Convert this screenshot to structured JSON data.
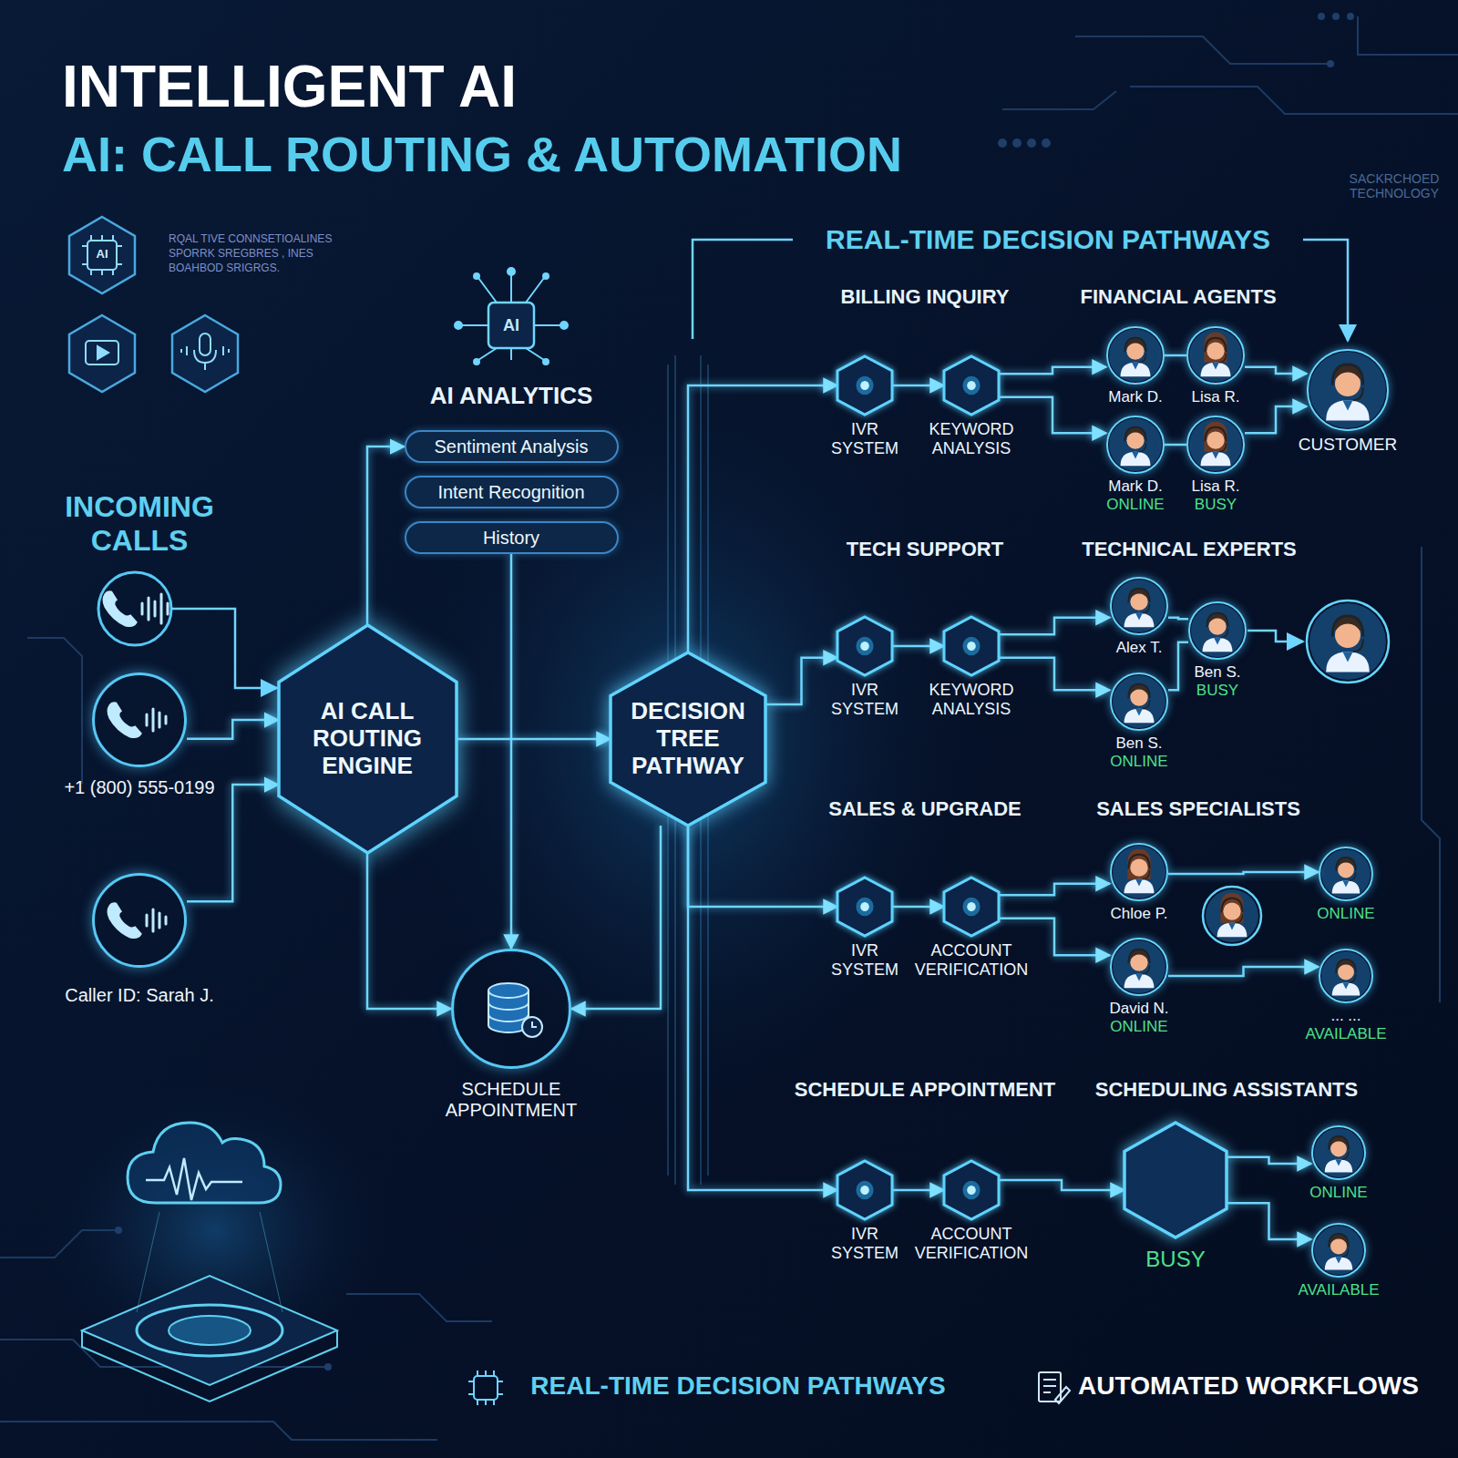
{
  "diagram": {
    "title": "INTELLIGENT AI",
    "nodes": [
      {
        "text": [
          "+1 (800) 555-0199"
        ]
      },
      {
        "text": [
          "Caller ID: Sarah J."
        ]
      },
      {
        "text": [
          "AI CALL ROUTING ENGINE"
        ]
      },
      {
        "text": [
          "Sentiment Analysis"
        ]
      },
      {
        "text": [
          "Intent Recognition"
        ]
      },
      {
        "text": [
          "History"
        ]
      },
      {
        "text": [
          "SCHEDULE APPOINTMENT"
        ]
      },
      {
        "text": [
          "DECISION TREE PATHWAY"
        ]
      },
      {
        "text": [
          "IVR SYSTEM"
        ]
      },
      {
        "text": [
          "KEYWORD ANALYSIS"
        ]
      },
      {
        "text": [
          "Mark D."
        ]
      },
      {
        "text": [
          "Lisa R."
        ]
      },
      {
        "text": [
          "Mark D.",
          "ONLINE"
        ]
      },
      {
        "text": [
          "Lisa R.",
          "BUSY"
        ]
      },
      {
        "text": [
          "CUSTOMER"
        ]
      },
      {
        "text": [
          "IVR SYSTEM"
        ]
      },
      {
        "text": [
          "KEYWORD ANALYSIS"
        ]
      },
      {
        "text": [
          "Alex T."
        ]
      },
      {
        "text": [
          "Ben S.",
          "BUSY"
        ]
      },
      {
        "text": [
          "Ben S.",
          "ONLINE"
        ]
      },
      {
        "text": [
          "IVR SYSTEM"
        ]
      },
      {
        "text": [
          "ACCOUNT VERIFICATION"
        ]
      },
      {
        "text": [
          "Chloe P."
        ]
      },
      {
        "text": [
          "David N.",
          "ONLINE"
        ]
      },
      {
        "text": [
          "ONLINE"
        ]
      },
      {
        "text": [
          "... ...",
          "AVAILABLE"
        ]
      },
      {
        "text": [
          "IVR SYSTEM"
        ]
      },
      {
        "text": [
          "ACCOUNT VERIFICATION"
        ]
      },
      {
        "text": [
          "BUSY"
        ]
      },
      {
        "text": [
          "ONLINE"
        ]
      },
      {
        "text": [
          "AVAILABLE"
        ]
      }
    ],
    "edges": [
      {
        "from": 0,
        "to": 2,
        "arrow": "to"
      },
      {
        "from": 1,
        "to": 2,
        "arrow": "to"
      },
      {
        "from": 2,
        "to": 3,
        "arrow": "to"
      },
      {
        "from": 2,
        "to": 6,
        "arrow": "to"
      },
      {
        "from": 5,
        "to": 6,
        "arrow": "to"
      },
      {
        "from": 7,
        "to": 6,
        "arrow": "to"
      },
      {
        "from": 2,
        "to": 7,
        "arrow": "to"
      },
      {
        "from": 7,
        "to": 8,
        "arrow": "to"
      },
      {
        "from": 8,
        "to": 9,
        "arrow": "to"
      },
      {
        "from": 9,
        "to": 10,
        "arrow": "to"
      },
      {
        "from": 9,
        "to": 12,
        "arrow": "to"
      },
      {
        "from": 10,
        "to": 11,
        "arrow": "none"
      },
      {
        "from": 12,
        "to": 13,
        "arrow": "none"
      },
      {
        "from": 11,
        "to": 14,
        "arrow": "to"
      },
      {
        "from": 13,
        "to": 14,
        "arrow": "to"
      },
      {
        "from": 7,
        "to": 15,
        "arrow": "to"
      },
      {
        "from": 15,
        "to": 16,
        "arrow": "to"
      },
      {
        "from": 16,
        "to": 17,
        "arrow": "to"
      },
      {
        "from": 16,
        "to": 19,
        "arrow": "to"
      },
      {
        "from": 17,
        "to": 18,
        "arrow": "none"
      },
      {
        "from": 19,
        "to": 18,
        "arrow": "none"
      },
      {
        "from": 7,
        "to": 20,
        "arrow": "to"
      },
      {
        "from": 20,
        "to": 21,
        "arrow": "to"
      },
      {
        "from": 21,
        "to": 22,
        "arrow": "to"
      },
      {
        "from": 21,
        "to": 23,
        "arrow": "to"
      },
      {
        "from": 22,
        "to": 24,
        "arrow": "to"
      },
      {
        "from": 23,
        "to": 25,
        "arrow": "to"
      },
      {
        "from": 7,
        "to": 26,
        "arrow": "to"
      },
      {
        "from": 26,
        "to": 27,
        "arrow": "to"
      },
      {
        "from": 27,
        "to": 28,
        "arrow": "to"
      },
      {
        "from": 28,
        "to": 29,
        "arrow": "to"
      },
      {
        "from": 28,
        "to": 30,
        "arrow": "to"
      }
    ],
    "labels": [
      "AI: CALL ROUTING & AUTOMATION",
      "RQAL TIVE CONNSETIOALINES",
      "SPORRK SREGBRES , INES",
      "BOAHBOD SRIGRGS.",
      "SACKRCHOED TECHNOLOGY",
      "AI",
      "AI ANALYTICS",
      "INCOMING CALLS",
      "REAL-TIME DECISION PATHWAYS",
      "BILLING INQUIRY",
      "FINANCIAL AGENTS",
      "TECH SUPPORT",
      "TECHNICAL EXPERTS",
      "SALES & UPGRADE",
      "SALES SPECIALISTS",
      "SCHEDULE APPOINTMENT",
      "SCHEDULING ASSISTANTS",
      "REAL-TIME DECISION PATHWAYS",
      "AUTOMATED WORKFLOWS",
      "AI"
    ]
  }
}
